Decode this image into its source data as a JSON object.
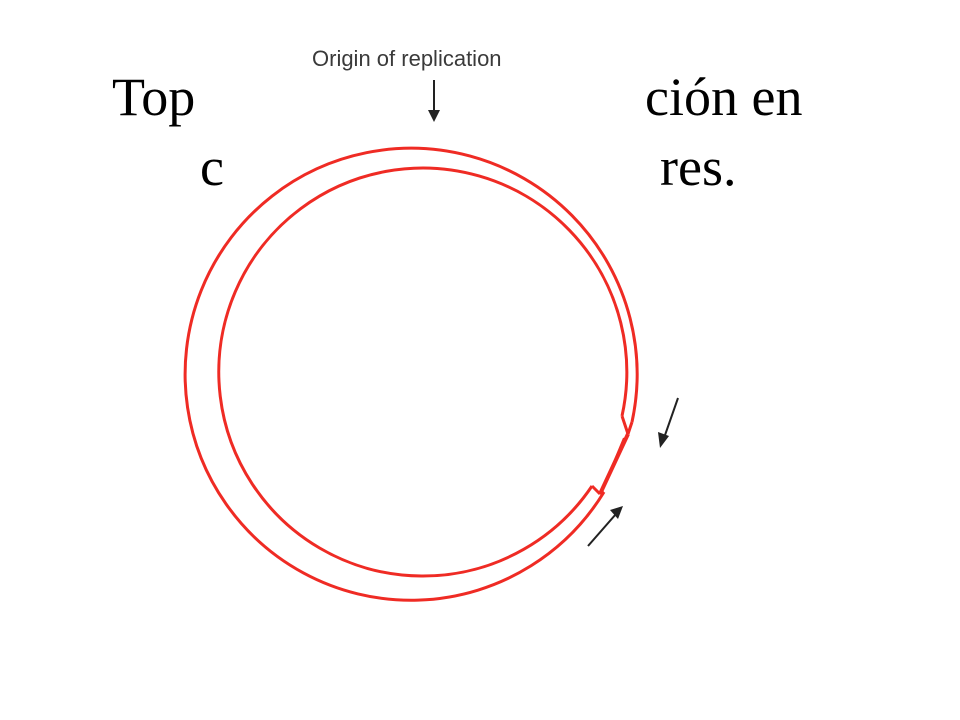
{
  "slide": {
    "title_line1_left": "Top",
    "title_line1_right": "ción en",
    "title_line2_left": "c",
    "title_line2_right": "res."
  },
  "diagram": {
    "origin_label": "Origin of replication",
    "colors": {
      "strand": "#ef2b24",
      "arrow": "#222222",
      "label": "#3a3a3a"
    }
  }
}
